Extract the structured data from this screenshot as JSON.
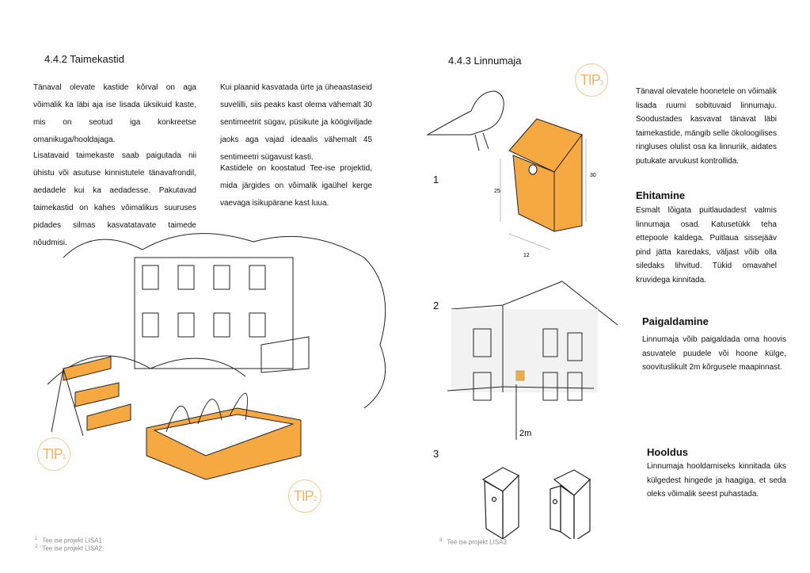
{
  "left_page": {
    "title": "4.4.2 Taimekastid",
    "col1_p1": "Tänaval olevate kastide kõrval on aga võimalik ka läbi aja ise lisada üksikuid kaste, mis on seotud iga konkreetse omanikuga/hooldajaga.",
    "col1_p2": "Lisatavaid taimekaste saab paigutada nii ühistu või asutuse kinnistutele tänavafrondil, aedadele kui ka aedadesse. Pakutavad taimekastid on kahes võimalikus suuruses pidades silmas kasvatatavate taimede nõudmisi.",
    "col2_p1": "Kui plaanid kasvatada ürte ja üheaastaseid suvelilli, siis peaks kast olema vähemalt 30 sentimeetrit sügav, püsikute ja köögiviljade jaoks aga vajad ideaalis vähemalt 45 sentimeetri sügavust kasti.",
    "col2_p2": "Kastidele on koostatud Tee-ise projektid, mida järgides on võimalik igaühel kerge vaevaga isikupärane kast luua.",
    "tip1": {
      "text": "TIP",
      "num": "1"
    },
    "tip2": {
      "text": "TIP",
      "num": "2"
    },
    "footnotes": [
      {
        "num": "1",
        "text": "Tee ise projekt LISA1"
      },
      {
        "num": "2",
        "text": "Tee ise projekt LISA2"
      }
    ]
  },
  "right_page": {
    "title": "4.4.3 Linnumaja",
    "tip3": {
      "text": "TIP",
      "num": "3"
    },
    "intro": "Tänaval olevatele hoonetele on võimalik lisada ruumi sobituvaid linnumaju. Soodustades kasvavat tänavat läbi taimekastide, mängib selle ökoloogilises ringluses olulist osa ka linnuriik, aidates putukate arvukust kontrollida.",
    "steps": [
      {
        "num": "1",
        "heading": "Ehitamine",
        "text": "Esmalt lõigata puitlaudadest valmis linnumaja osad. Katusetükk teha ettepoole kaldega. Puitlaua sissejääv pind jätta karedaks, väljast võib olla siledaks lihvitud. Tükid omavahel kruvidega kinnitada."
      },
      {
        "num": "2",
        "heading": "Paigaldamine",
        "text": "Linnumaja võib paigaldada oma hoovis asuvatele puudele või hoone külge, soovituslikult 2m kõrgusele maapinnast."
      },
      {
        "num": "3",
        "heading": "Hooldus",
        "text": "Linnumaja hooldamiseks kinnitada üks külgedest hingede ja haagiga, et seda oleks võimalik seest puhastada."
      }
    ],
    "dims": {
      "height_front": "25",
      "height_back": "30",
      "width": "12"
    },
    "height_label": "2m",
    "footnote": {
      "num": "3",
      "text": "Tee ise projekt LISA3"
    }
  },
  "colors": {
    "accent": "#f5a940",
    "tip": "#f7c98a"
  }
}
